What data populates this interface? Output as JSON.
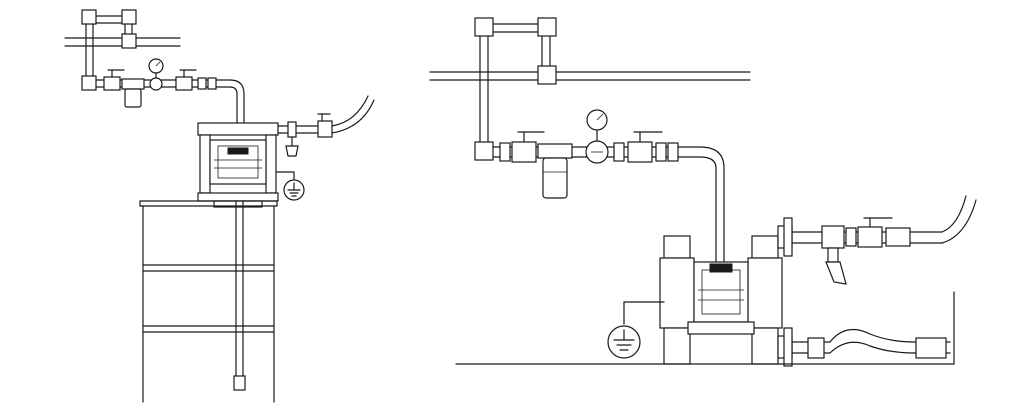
{
  "figure": {
    "background_color": "#ffffff",
    "line_color": "#1a1a1a",
    "panels": [
      {
        "id": "drum-transfer-installation",
        "components": [
          "air-supply-pipe",
          "shutoff-valve",
          "air-filter",
          "pressure-gauge",
          "diaphragm-pump",
          "fluid-discharge-hose",
          "sample-valve",
          "ground-symbol",
          "drum",
          "suction-tube"
        ]
      },
      {
        "id": "floor-mounted-installation",
        "components": [
          "air-supply-pipe",
          "shutoff-valve",
          "air-filter",
          "pressure-gauge",
          "diaphragm-pump",
          "fluid-discharge-hose",
          "fluid-inlet-hose",
          "sample-valve",
          "ground-symbol"
        ]
      }
    ]
  }
}
